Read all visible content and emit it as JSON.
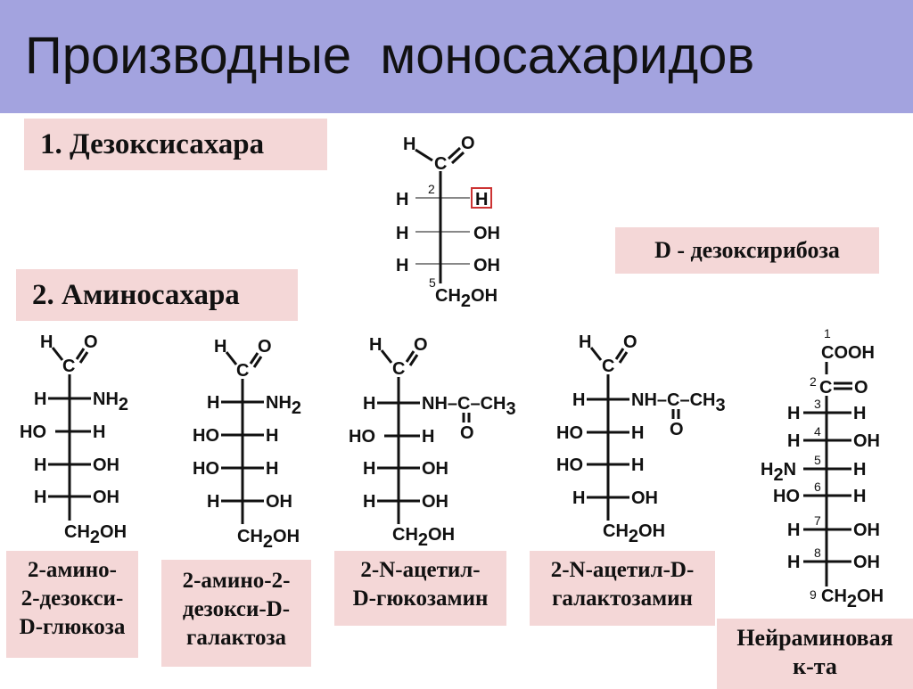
{
  "header": {
    "title": "Производные  моносахаридов",
    "background": "#a3a3df"
  },
  "label_background": "#f4d7d7",
  "highlight_color": "#cc3333",
  "sections": {
    "deoxy": "1. Дезоксисахара",
    "amino": "2. Аминосахара"
  },
  "captions": {
    "deoxyribose": "D - дезоксирибоза",
    "glucosamine": [
      "2-амино-",
      "2-дезокси-",
      "D-глюкоза"
    ],
    "galactosamine": [
      "2-амино-2-",
      "дезокси-D-",
      "галактоза"
    ],
    "n_acetyl_glucosamine": [
      "2-N-ацетил-",
      "D-гюкозамин"
    ],
    "n_acetyl_galactosamine": [
      "2-N-ацетил-D-",
      "галактозамин"
    ],
    "neuraminic": [
      "Нейраминовая",
      "к-та"
    ]
  },
  "structures": {
    "deoxyribose": {
      "top": [
        "H",
        "C",
        "O"
      ],
      "rows": [
        [
          "H",
          "H"
        ],
        [
          "H",
          "OH"
        ],
        [
          "H",
          "OH"
        ]
      ],
      "bottom": "CH2OH",
      "numbers": [
        "2",
        "5"
      ]
    },
    "glucosamine": {
      "top": [
        "H",
        "C",
        "O"
      ],
      "rows": [
        [
          "H",
          "NH2"
        ],
        [
          "HO",
          "H"
        ],
        [
          "H",
          "OH"
        ],
        [
          "H",
          "OH"
        ]
      ],
      "bottom": "CH2OH"
    },
    "galactosamine": {
      "top": [
        "H",
        "C",
        "O"
      ],
      "rows": [
        [
          "H",
          "NH2"
        ],
        [
          "HO",
          "H"
        ],
        [
          "HO",
          "H"
        ],
        [
          "H",
          "OH"
        ]
      ],
      "bottom": "CH2OH"
    },
    "n_acetyl_glucosamine": {
      "top": [
        "H",
        "C",
        "O"
      ],
      "rows": [
        [
          "H",
          "NH–C–CH3"
        ],
        [
          "HO",
          "H"
        ],
        [
          "H",
          "OH"
        ],
        [
          "H",
          "OH"
        ]
      ],
      "bottom": "CH2OH",
      "acetyl_oxygen": "O"
    },
    "n_acetyl_galactosamine": {
      "top": [
        "H",
        "C",
        "O"
      ],
      "rows": [
        [
          "H",
          "NH–C–CH3"
        ],
        [
          "HO",
          "H"
        ],
        [
          "HO",
          "H"
        ],
        [
          "H",
          "OH"
        ]
      ],
      "bottom": "CH2OH",
      "acetyl_oxygen": "O"
    },
    "neuraminic": {
      "top": "COOH",
      "keto": [
        "C",
        "O"
      ],
      "rows": [
        [
          "H",
          "H"
        ],
        [
          "H",
          "OH"
        ],
        [
          "H2N",
          "H"
        ],
        [
          "HO",
          "H"
        ],
        [
          "H",
          "OH"
        ],
        [
          "H",
          "OH"
        ]
      ],
      "bottom": "CH2OH",
      "numbers": [
        "1",
        "2",
        "3",
        "4",
        "5",
        "6",
        "7",
        "8",
        "9"
      ]
    }
  }
}
